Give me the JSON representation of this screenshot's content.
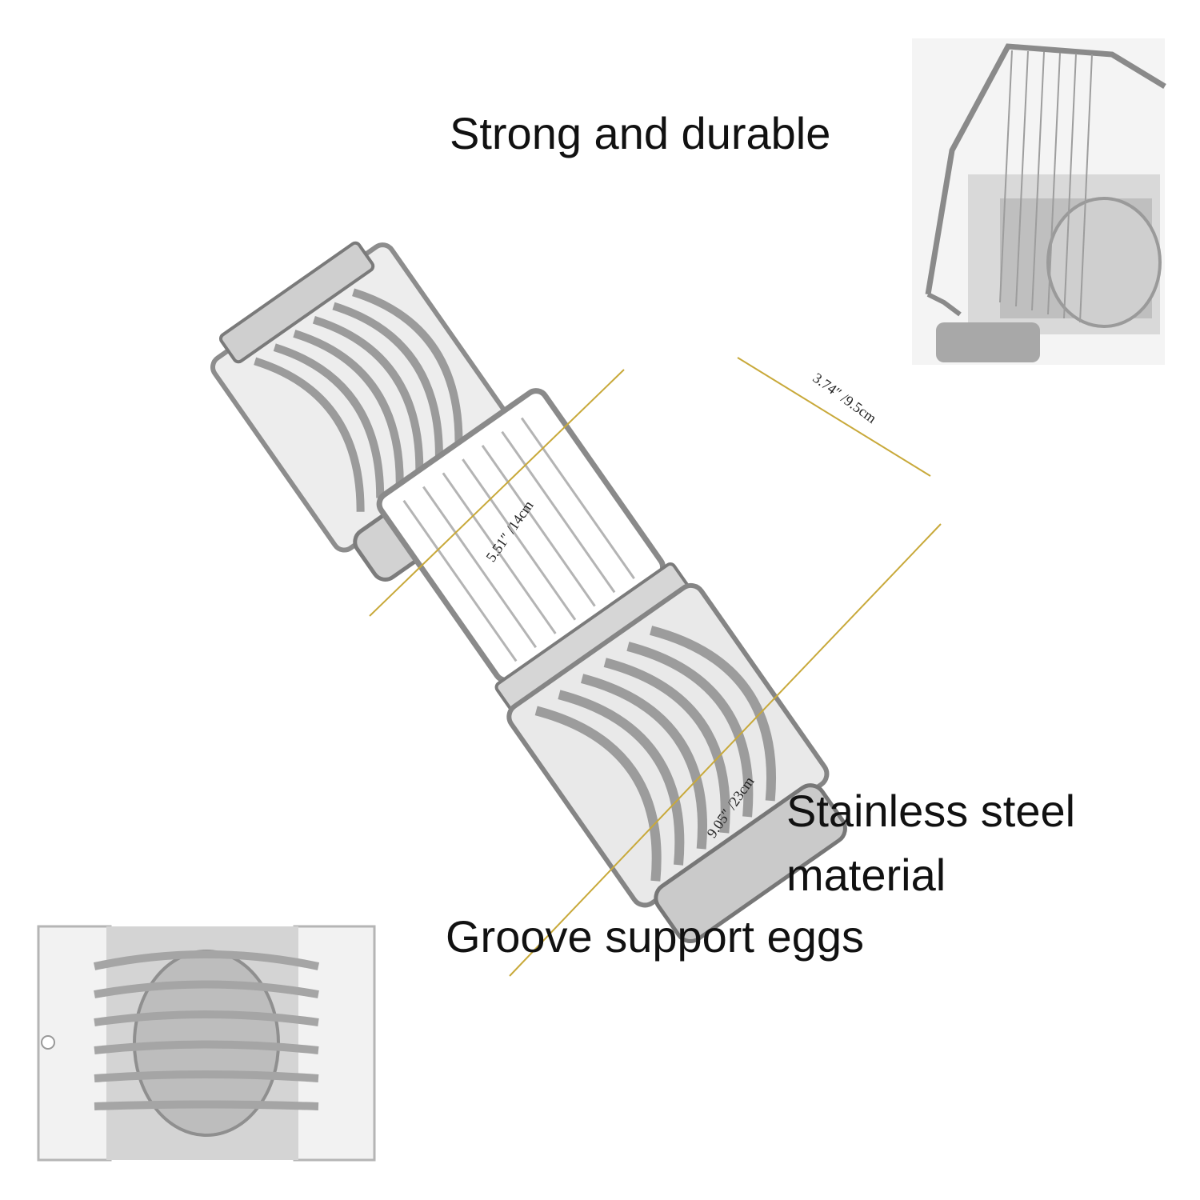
{
  "captions": {
    "strong": "Strong and durable",
    "steel_line1": "Stainless steel",
    "steel_line2": "material",
    "groove": "Groove support eggs"
  },
  "dimensions": {
    "width": "3.74″  /9.5cm",
    "small_length": "5.51″  /14cm",
    "large_length": "9.05″  /23cm"
  },
  "colors": {
    "background": "#ffffff",
    "text": "#111111",
    "dimension_line": "#c8a93a",
    "steel_light": "#e6e6e6",
    "steel_mid": "#b9b9b9",
    "steel_dark": "#6f6f6f"
  }
}
